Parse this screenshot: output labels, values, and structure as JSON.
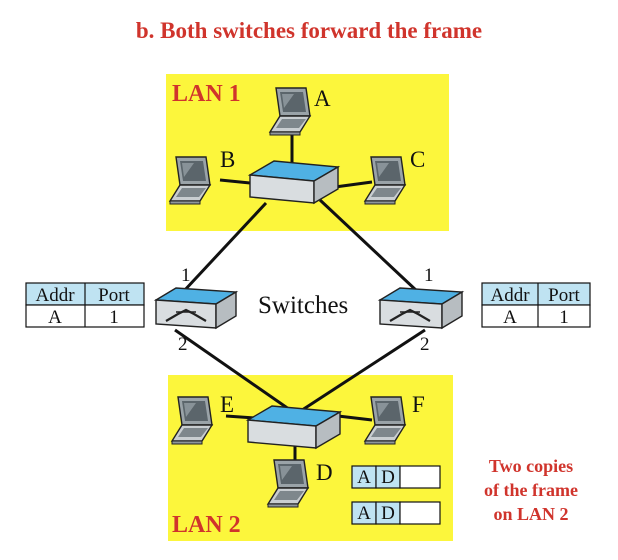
{
  "title": "b. Both switches forward the frame",
  "lans": [
    {
      "label": "LAN 1"
    },
    {
      "label": "LAN 2"
    }
  ],
  "hosts": {
    "A": "A",
    "B": "B",
    "C": "C",
    "D": "D",
    "E": "E",
    "F": "F"
  },
  "switches_label": "Switches",
  "ports": {
    "left_top": "1",
    "left_bottom": "2",
    "right_top": "1",
    "right_bottom": "2"
  },
  "tables": {
    "left": {
      "headers": [
        "Addr",
        "Port"
      ],
      "row": [
        "A",
        "1"
      ]
    },
    "right": {
      "headers": [
        "Addr",
        "Port"
      ],
      "row": [
        "A",
        "1"
      ]
    }
  },
  "frames": [
    {
      "dest": "A",
      "src": "D"
    },
    {
      "dest": "A",
      "src": "D"
    }
  ],
  "note": [
    "Two copies",
    "of the frame",
    "on LAN 2"
  ],
  "colors": {
    "lan_fill": "#fcf63c",
    "title": "#d0342c",
    "table_header": "#bfe3f2",
    "switch_top": "#4fb1e4",
    "switch_body": "#d9dde0"
  }
}
